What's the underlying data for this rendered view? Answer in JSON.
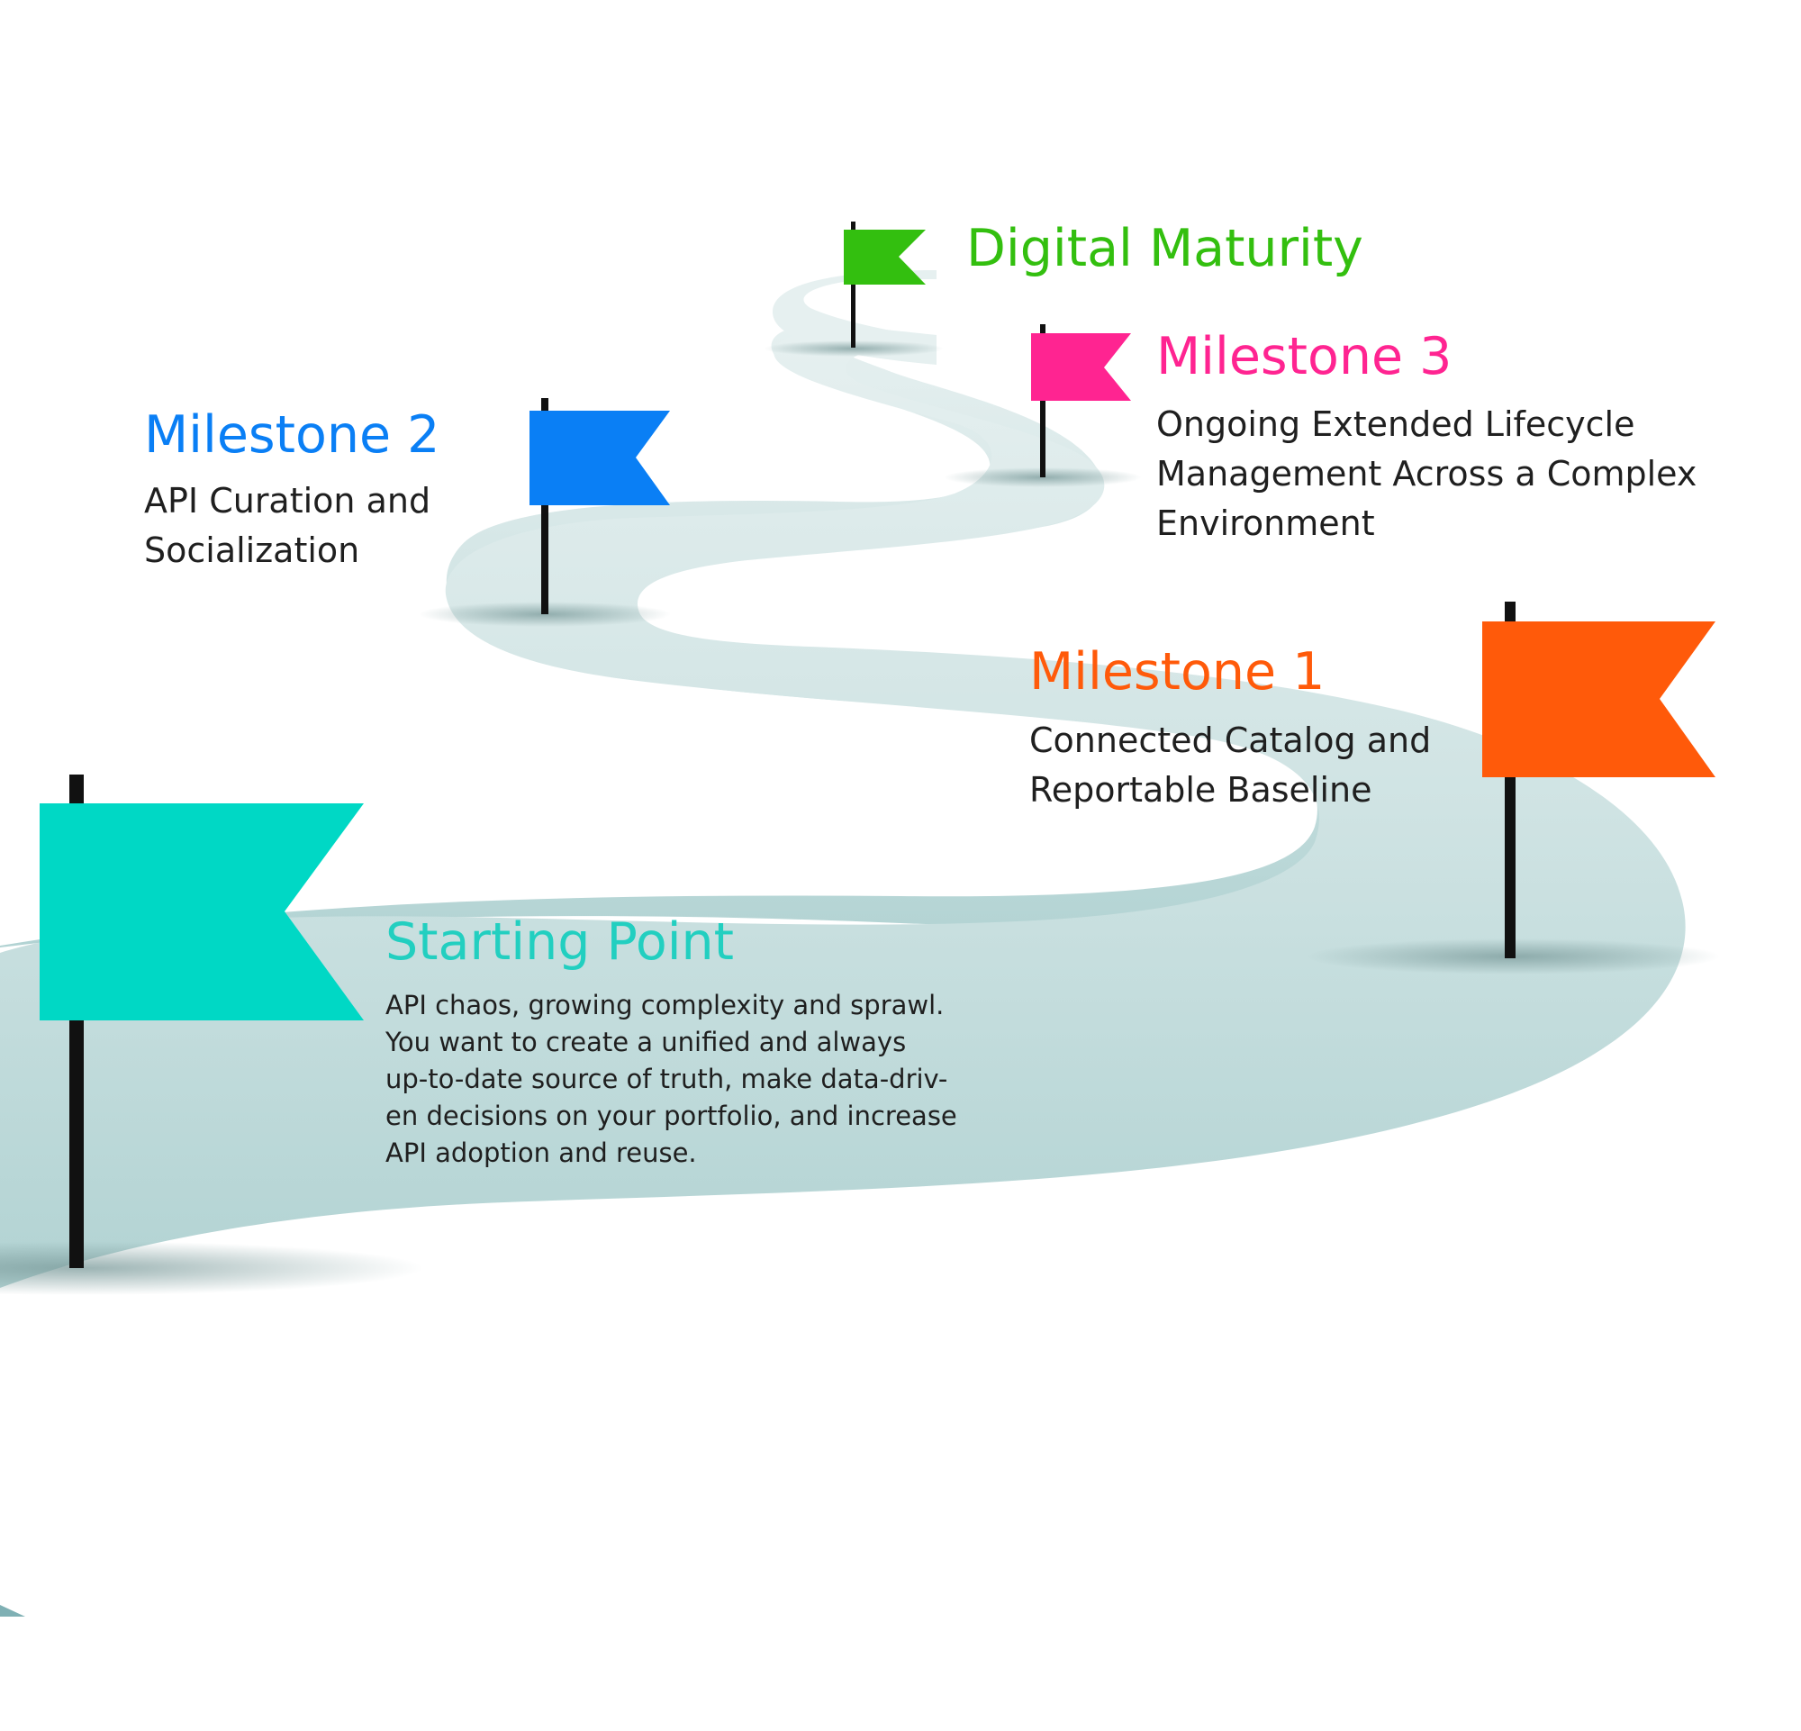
{
  "milestones": {
    "digital_maturity": {
      "title": "Digital Maturity",
      "color": "#33bf0f"
    },
    "milestone_3": {
      "title": "Milestone 3",
      "lines": [
        "Ongoing Extended Lifecycle",
        "Management Across a Complex",
        "Environment"
      ],
      "color": "#ff2491"
    },
    "milestone_2": {
      "title": "Milestone 2",
      "lines": [
        "API Curation and",
        "Socialization"
      ],
      "color": "#0a7ff5"
    },
    "milestone_1": {
      "title": "Milestone 1",
      "lines": [
        "Connected Catalog and",
        "Reportable Baseline"
      ],
      "color": "#ff5a0a"
    },
    "starting_point": {
      "title": "Starting Point",
      "lines": [
        "API chaos, growing complexity and sprawl.",
        "You want to create a unified and always",
        "up-to-date source of truth, make data-driv-",
        "en decisions on your portfolio, and increase",
        "API adoption and reuse."
      ],
      "color": "#00d8c5"
    }
  },
  "path_color": "#c3dcdc"
}
